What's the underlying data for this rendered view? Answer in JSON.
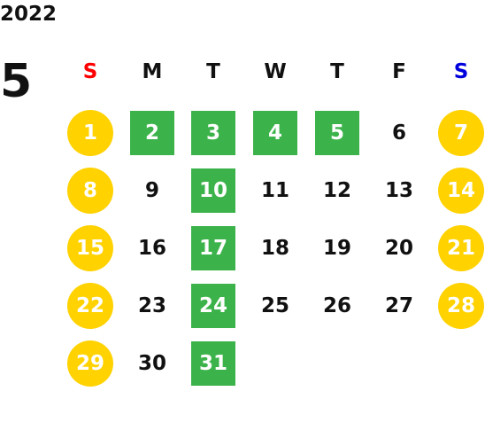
{
  "calendar": {
    "year": "2022",
    "month": "5",
    "weekdays": [
      {
        "label": "S",
        "color": "#ff0000"
      },
      {
        "label": "M",
        "color": "#111111"
      },
      {
        "label": "T",
        "color": "#111111"
      },
      {
        "label": "W",
        "color": "#111111"
      },
      {
        "label": "T",
        "color": "#111111"
      },
      {
        "label": "F",
        "color": "#111111"
      },
      {
        "label": "S",
        "color": "#0000dd"
      }
    ],
    "colors": {
      "weekend_holiday": "#ffd200",
      "highlight": "#3cb34a",
      "text_default": "#111111",
      "text_on_marker": "#ffffff"
    },
    "weeks": [
      [
        {
          "day": "1",
          "mark": "circle"
        },
        {
          "day": "2",
          "mark": "square"
        },
        {
          "day": "3",
          "mark": "square"
        },
        {
          "day": "4",
          "mark": "square"
        },
        {
          "day": "5",
          "mark": "square"
        },
        {
          "day": "6",
          "mark": "none"
        },
        {
          "day": "7",
          "mark": "circle"
        }
      ],
      [
        {
          "day": "8",
          "mark": "circle"
        },
        {
          "day": "9",
          "mark": "none"
        },
        {
          "day": "10",
          "mark": "square"
        },
        {
          "day": "11",
          "mark": "none"
        },
        {
          "day": "12",
          "mark": "none"
        },
        {
          "day": "13",
          "mark": "none"
        },
        {
          "day": "14",
          "mark": "circle"
        }
      ],
      [
        {
          "day": "15",
          "mark": "circle"
        },
        {
          "day": "16",
          "mark": "none"
        },
        {
          "day": "17",
          "mark": "square"
        },
        {
          "day": "18",
          "mark": "none"
        },
        {
          "day": "19",
          "mark": "none"
        },
        {
          "day": "20",
          "mark": "none"
        },
        {
          "day": "21",
          "mark": "circle"
        }
      ],
      [
        {
          "day": "22",
          "mark": "circle"
        },
        {
          "day": "23",
          "mark": "none"
        },
        {
          "day": "24",
          "mark": "square"
        },
        {
          "day": "25",
          "mark": "none"
        },
        {
          "day": "26",
          "mark": "none"
        },
        {
          "day": "27",
          "mark": "none"
        },
        {
          "day": "28",
          "mark": "circle"
        }
      ],
      [
        {
          "day": "29",
          "mark": "circle"
        },
        {
          "day": "30",
          "mark": "none"
        },
        {
          "day": "31",
          "mark": "square"
        }
      ]
    ]
  }
}
